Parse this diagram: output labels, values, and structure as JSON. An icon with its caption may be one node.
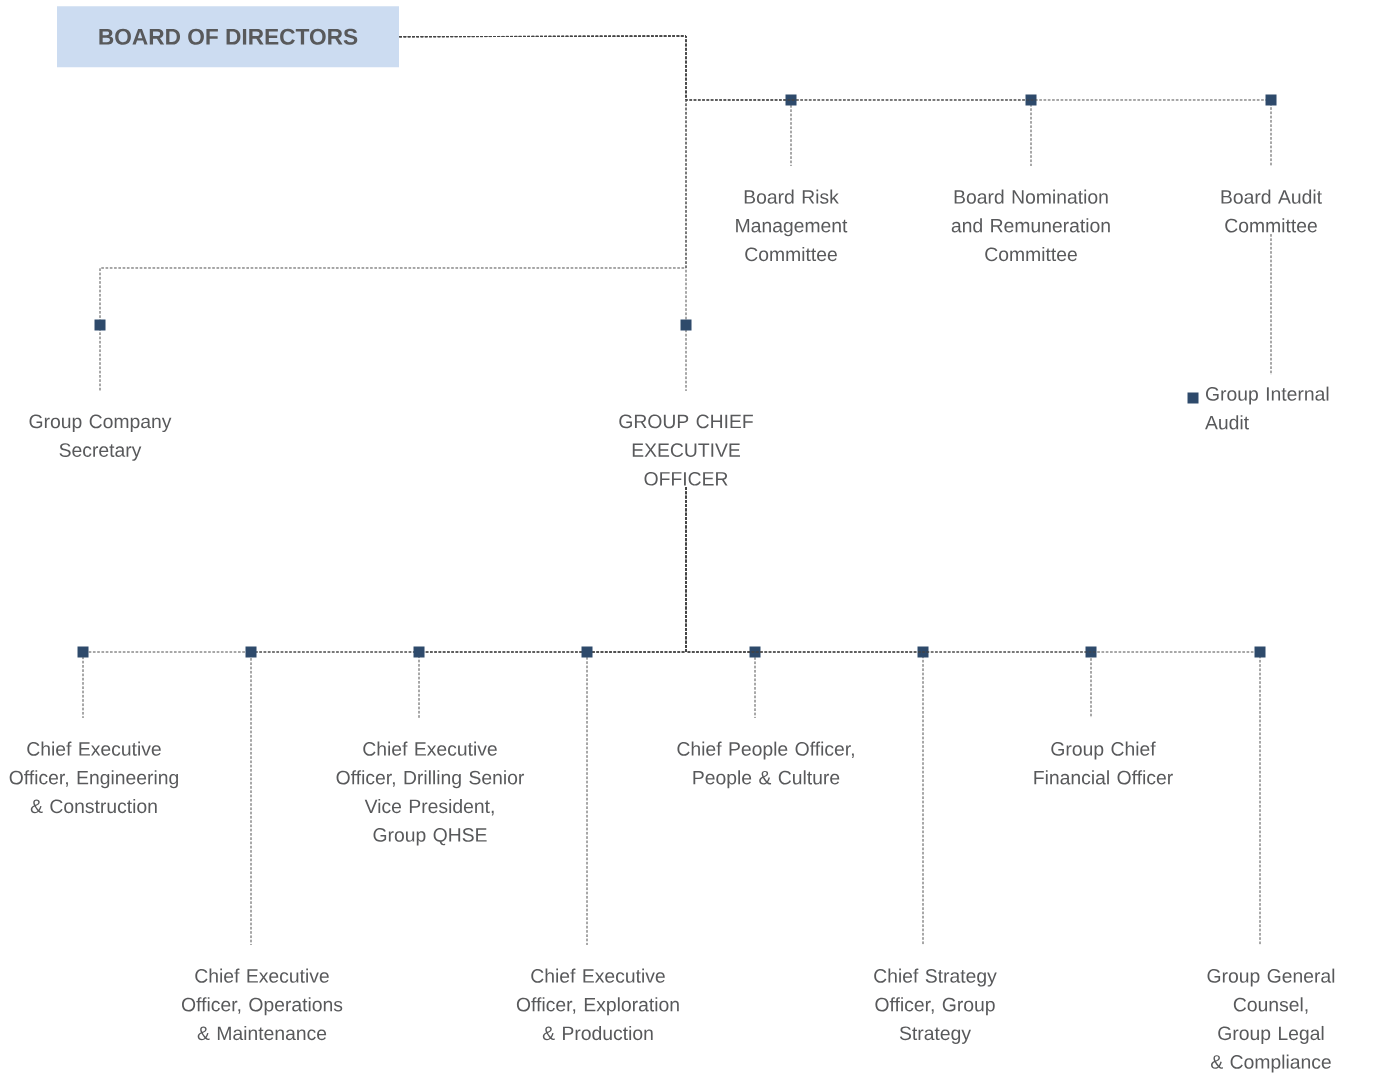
{
  "diagram": {
    "nodes": [
      {
        "text": [
          "BOARD OF DIRECTORS"
        ]
      },
      {
        "text": [
          "Board Risk Management Committee"
        ]
      },
      {
        "text": [
          "Board Nomination and Remuneration Committee"
        ]
      },
      {
        "text": [
          "Board Audit Committee"
        ]
      },
      {
        "text": [
          "Group Company Secretary"
        ]
      },
      {
        "text": [
          "GROUP CHIEF EXECUTIVE OFFICER"
        ]
      },
      {
        "text": [
          "Group Internal Audit"
        ]
      },
      {
        "text": [
          "Chief Executive Officer, Engineering & Construction"
        ]
      },
      {
        "text": [
          "Chief Executive Officer, Operations & Maintenance"
        ]
      },
      {
        "text": [
          "Chief Executive Officer, Drilling Senior Vice President, Group QHSE"
        ]
      },
      {
        "text": [
          "Chief Executive Officer, Exploration & Production"
        ]
      },
      {
        "text": [
          "Chief People Officer, People & Culture"
        ]
      },
      {
        "text": [
          "Chief Strategy Officer, Group Strategy"
        ]
      },
      {
        "text": [
          "Group Chief Financial Officer"
        ]
      },
      {
        "text": [
          "Group General Counsel, Group Legal & Compliance"
        ]
      }
    ],
    "edges": [
      {
        "from": 0,
        "to": 1,
        "arrow": "none"
      },
      {
        "from": 0,
        "to": 2,
        "arrow": "none"
      },
      {
        "from": 0,
        "to": 3,
        "arrow": "none"
      },
      {
        "from": 0,
        "to": 4,
        "arrow": "none"
      },
      {
        "from": 0,
        "to": 5,
        "arrow": "none"
      },
      {
        "from": 3,
        "to": 6,
        "arrow": "none"
      },
      {
        "from": 5,
        "to": 7,
        "arrow": "none"
      },
      {
        "from": 5,
        "to": 8,
        "arrow": "none"
      },
      {
        "from": 5,
        "to": 9,
        "arrow": "none"
      },
      {
        "from": 5,
        "to": 10,
        "arrow": "none"
      },
      {
        "from": 5,
        "to": 11,
        "arrow": "none"
      },
      {
        "from": 5,
        "to": 12,
        "arrow": "none"
      },
      {
        "from": 5,
        "to": 13,
        "arrow": "none"
      },
      {
        "from": 5,
        "to": 14,
        "arrow": "none"
      }
    ]
  }
}
